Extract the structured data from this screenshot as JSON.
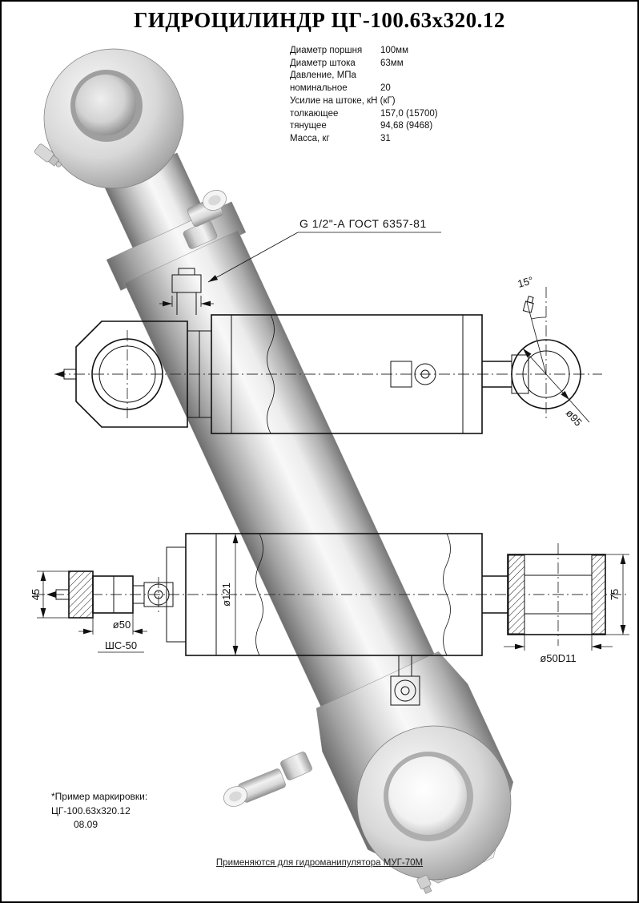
{
  "title": "ГИДРОЦИЛИНДР ЦГ-100.63х320.12",
  "specs": {
    "rows": [
      {
        "label": "Диаметр поршня",
        "value": "100мм"
      },
      {
        "label": "Диаметр штока",
        "value": "63мм"
      },
      {
        "label": "Давление, МПа",
        "value": ""
      },
      {
        "label": "номинальное",
        "value": "20"
      },
      {
        "label": "Усилие на штоке, кН (кГ)",
        "value": ""
      },
      {
        "label": "толкающее",
        "value": "157,0 (15700)"
      },
      {
        "label": "тянущее",
        "value": "94,68 (9468)"
      },
      {
        "label": "Масса, кг",
        "value": "31"
      }
    ]
  },
  "annotations": {
    "port_thread": "G 1/2\"-А  ГОСТ 6357-81",
    "angle_15": "15°",
    "dia_95": "ø95",
    "dia_121": "ø121",
    "dim_45": "45",
    "dia_50": "ø50",
    "shs_50": "ШС-50",
    "dim_75": "75",
    "dia_50d11": "ø50D11"
  },
  "marking_note": {
    "line1": "*Пример маркировки:",
    "line2": "ЦГ-100.63х320.12",
    "line3": "08.09"
  },
  "footer": "Применяются для гидроманипулятора МУГ-70М",
  "colors": {
    "line": "#111111",
    "paper": "#ffffff",
    "metal_light": "#f5f5f5",
    "metal_dark": "#6e6e6e"
  }
}
